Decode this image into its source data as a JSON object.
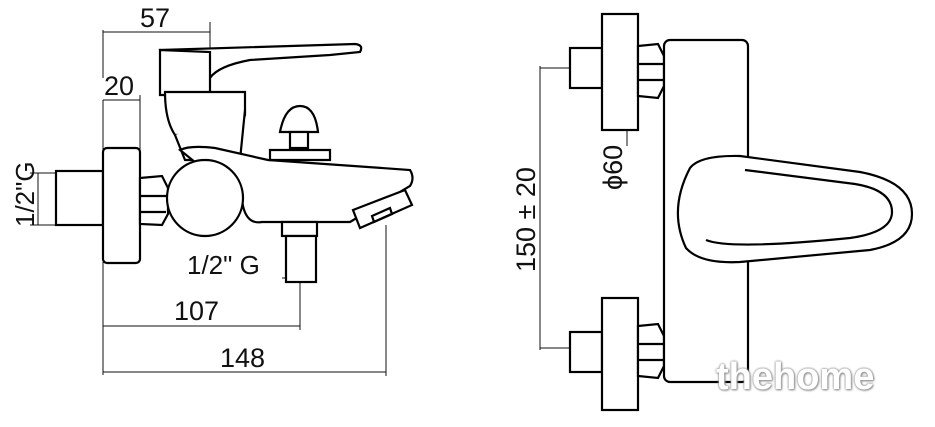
{
  "side_view": {
    "dim_width_top": "57",
    "dim_thickness": "20",
    "dim_inlet_thread": "1/2\"G",
    "dim_outlet_thread": "1/2\" G",
    "dim_to_outlet": "107",
    "dim_overall": "148"
  },
  "front_view": {
    "dim_center_distance": "150 ± 20",
    "dim_flange_diameter": "ϕ60"
  },
  "watermark": "thehome"
}
